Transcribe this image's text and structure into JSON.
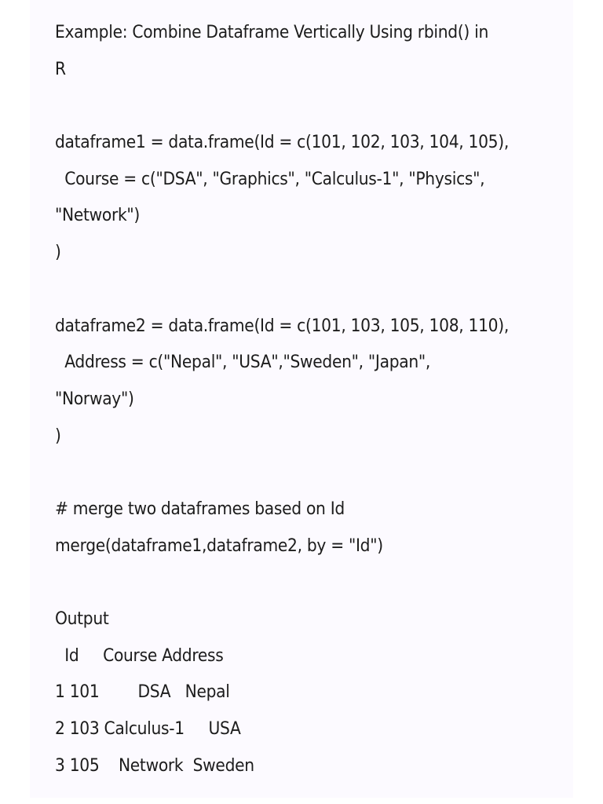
{
  "document": {
    "title_line1": "Example: Combine Dataframe Vertically Using rbind() in",
    "title_line2": "R",
    "code_block1": [
      "dataframe1 = data.frame(Id = c(101, 102, 103, 104, 105),",
      "  Course = c(\"DSA\", \"Graphics\", \"Calculus-1\", \"Physics\",",
      "\"Network\")",
      ")"
    ],
    "code_block2": [
      "dataframe2 = data.frame(Id = c(101, 103, 105, 108, 110),",
      "  Address = c(\"Nepal\", \"USA\",\"Sweden\", \"Japan\",",
      "\"Norway\")",
      ")"
    ],
    "code_block3": [
      "# merge two dataframes based on Id",
      "merge(dataframe1,dataframe2, by = \"Id\")"
    ],
    "output_label": "Output",
    "output_lines": [
      "  Id     Course Address",
      "1 101        DSA   Nepal",
      "2 103 Calculus-1     USA",
      "3 105    Network  Sweden"
    ]
  }
}
